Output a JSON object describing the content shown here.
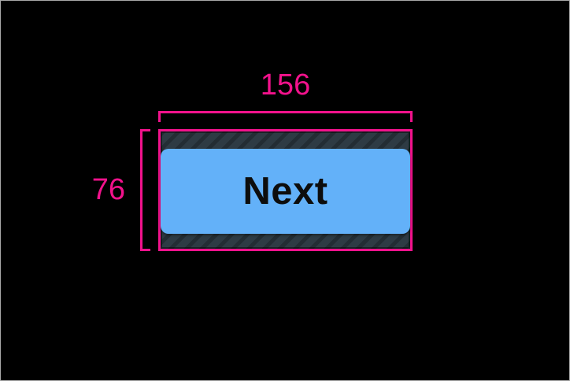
{
  "frame": {
    "background": "#000000",
    "border_color": "#a9a9a9"
  },
  "dimensions": {
    "width_label": "156",
    "height_label": "76",
    "line_color": "#f2128c"
  },
  "target": {
    "button_label": "Next",
    "button_color": "#63b1f9",
    "button_text_color": "#0d0d0d",
    "hatch_background": "#2e3b44",
    "hatch_stripe": "#232d34"
  }
}
